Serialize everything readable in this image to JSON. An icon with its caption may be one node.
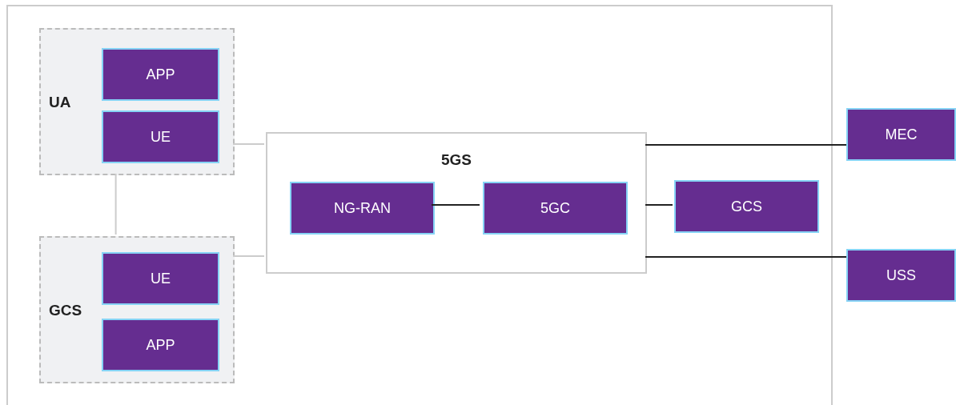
{
  "diagram": {
    "nodes": [
      {
        "text": [],
        "shape": "box"
      },
      {
        "text": [
          "UA"
        ],
        "in": 0
      },
      {
        "text": [
          "APP"
        ],
        "in": 1
      },
      {
        "text": [
          "UE"
        ],
        "in": 1
      },
      {
        "text": [
          "GCS"
        ],
        "in": 0
      },
      {
        "text": [
          "UE"
        ],
        "in": 4
      },
      {
        "text": [
          "APP"
        ],
        "in": 4
      },
      {
        "text": [
          "5GS"
        ],
        "in": 0
      },
      {
        "text": [
          "NG-RAN"
        ],
        "in": 7
      },
      {
        "text": [
          "5GC"
        ],
        "in": 7
      },
      {
        "text": [
          "GCS"
        ],
        "in": 0
      },
      {
        "text": [
          "MEC"
        ]
      },
      {
        "text": [
          "USS"
        ]
      }
    ],
    "edges": [
      {
        "from": 1,
        "to": 4,
        "arrow": "none",
        "color": "#cccccc"
      },
      {
        "from": 1,
        "to": 7,
        "arrow": "none",
        "color": "#cccccc"
      },
      {
        "from": 4,
        "to": 7,
        "arrow": "none",
        "color": "#cccccc"
      },
      {
        "from": 8,
        "to": 9,
        "arrow": "none"
      },
      {
        "from": 7,
        "to": 11,
        "arrow": "none"
      },
      {
        "from": 7,
        "to": 10,
        "arrow": "none"
      },
      {
        "from": 7,
        "to": 12,
        "arrow": "none"
      }
    ]
  }
}
